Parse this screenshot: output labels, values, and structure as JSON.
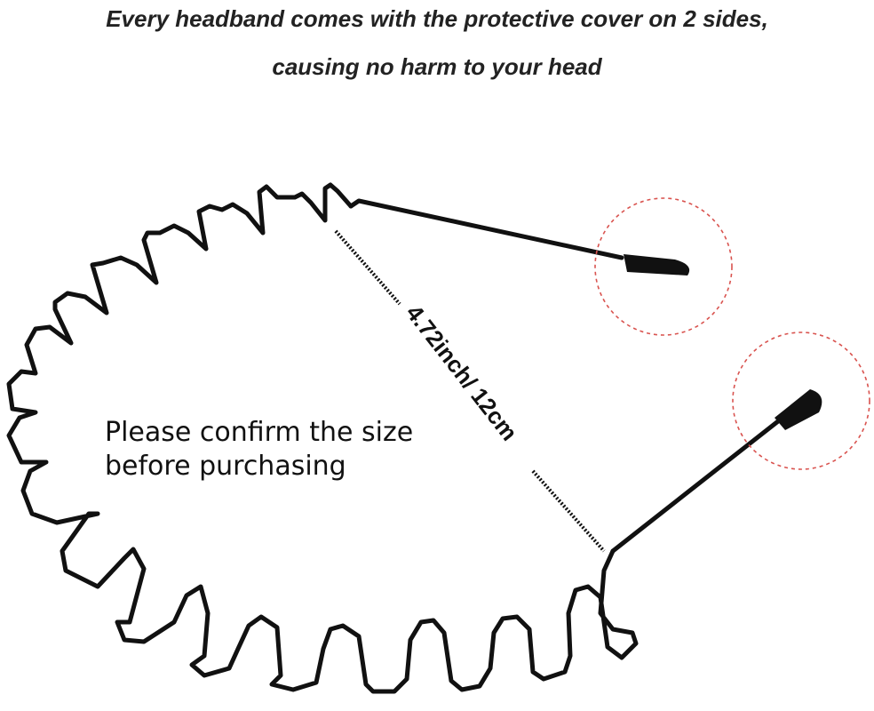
{
  "headline": {
    "line1": "Every headband comes with the protective cover on 2 sides,",
    "line2": "causing no harm to your head"
  },
  "measurement": {
    "label": "4.72inch/ 12cm"
  },
  "note": {
    "line1": "Please confirm the size",
    "line2": "before purchasing"
  },
  "colors": {
    "wire": "#111111",
    "highlight_circle": "#d9534f",
    "text": "#222222"
  },
  "icons": [
    "headband-wire",
    "end-cap-highlight-circle"
  ]
}
